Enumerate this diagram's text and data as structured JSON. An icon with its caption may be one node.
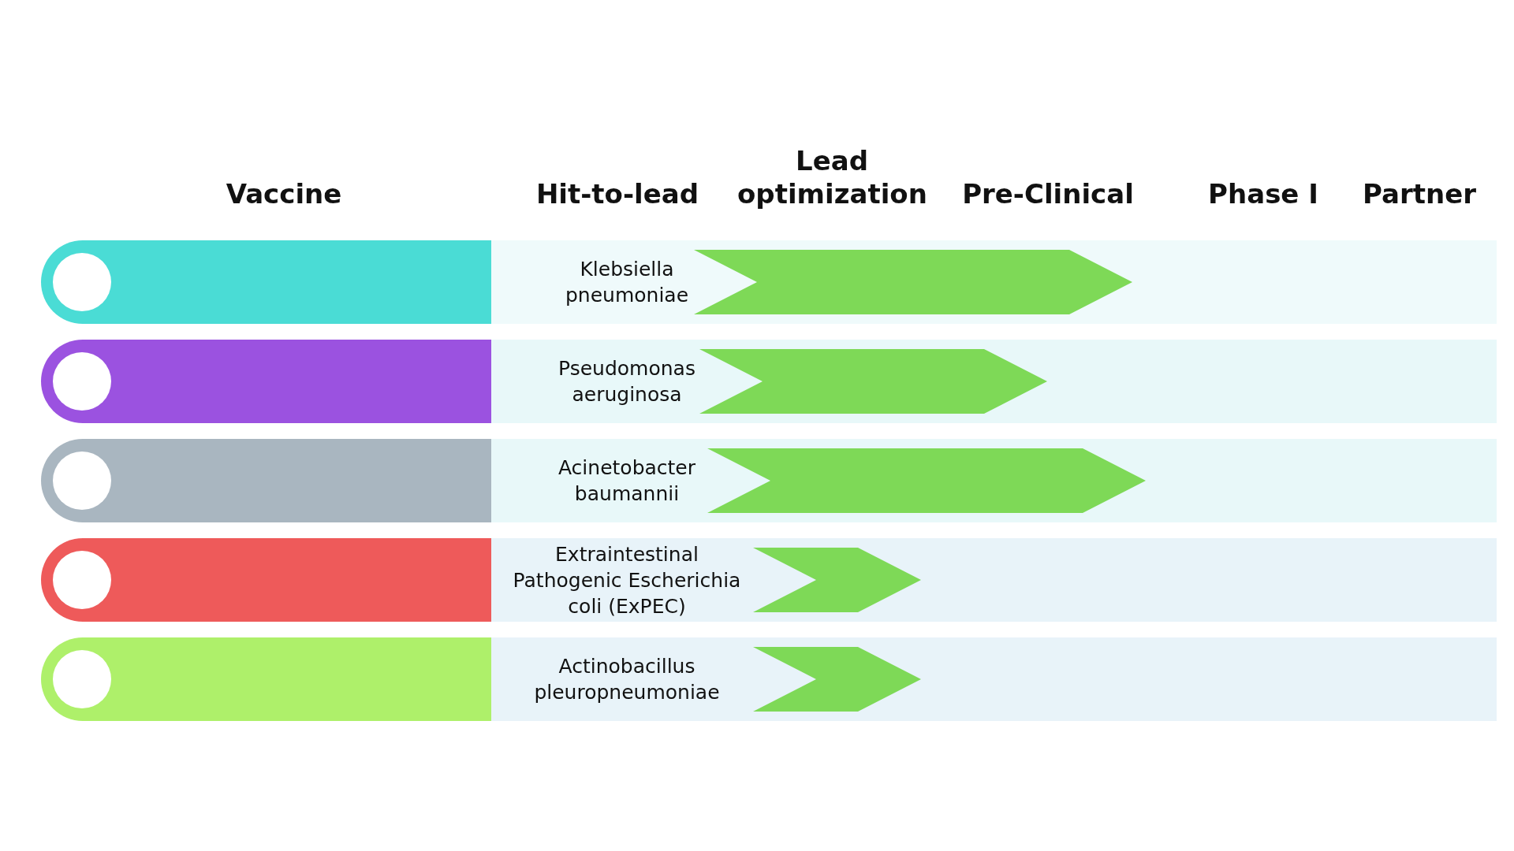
{
  "diagram": {
    "labels": [
      "Vaccine",
      "Hit-to-lead",
      "Lead optimization",
      "Pre-Clinical",
      "Phase I",
      "Partner",
      "Klebsiella pneumoniae",
      "Pseudomonas aeruginosa",
      "Acinetobacter baumannii",
      "Extraintestinal Pathogenic Escherichia coli (ExPEC)",
      "Actinobacillus pleuropneumoniae"
    ]
  }
}
